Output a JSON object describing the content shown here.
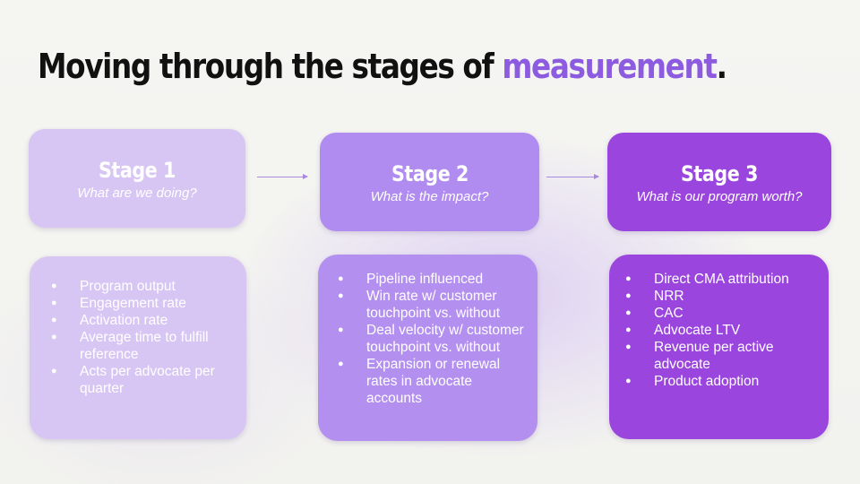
{
  "title": {
    "main": "Moving through the stages of ",
    "accent": "measurement",
    "end": "."
  },
  "stages": [
    {
      "title": "Stage 1",
      "subtitle": "What are we doing?"
    },
    {
      "title": "Stage 2",
      "subtitle": "What is the impact?"
    },
    {
      "title": "Stage 3",
      "subtitle": "What is our program worth?"
    }
  ],
  "cards": [
    {
      "items": [
        "Program output",
        "Engagement rate",
        "Activation rate",
        "Average time to fulfill reference",
        "Acts per advocate per quarter"
      ]
    },
    {
      "items": [
        "Pipeline influenced",
        "Win rate w/ customer touchpoint vs. without",
        "Deal velocity w/ customer touchpoint vs. without",
        "Expansion or renewal rates in advocate accounts"
      ]
    },
    {
      "items": [
        "Direct CMA attribution",
        "NRR",
        "CAC",
        "Advocate LTV",
        "Revenue per active advocate",
        "Product adoption"
      ]
    }
  ],
  "colors": {
    "accent": "#8d5be0",
    "stage1": "#d7c6f3",
    "stage2": "#b18cf0",
    "stage3": "#9a45dd"
  }
}
